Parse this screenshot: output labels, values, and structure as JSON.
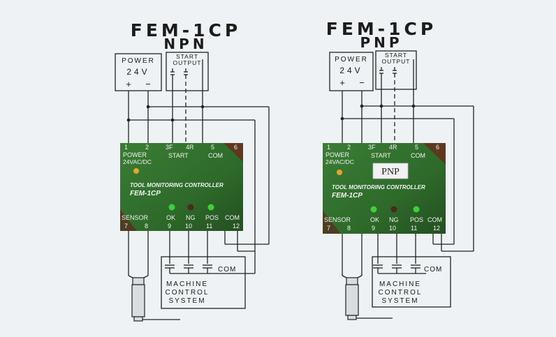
{
  "left": {
    "title": "FEM-1CP",
    "subtitle": "NPN",
    "power_box": {
      "label": "POWER",
      "voltage": "24V",
      "plus": "+",
      "minus": "−"
    },
    "start_box": {
      "line1": "START",
      "line2": "OUTPUT"
    },
    "board": {
      "top_pins": [
        "1",
        "2",
        "3F",
        "4R",
        "5",
        "6"
      ],
      "power_label": "POWER",
      "power_spec": "24VAC/DC",
      "start_label": "START",
      "com_top_label": "COM",
      "badge": "",
      "name": "TOOL MONITORING CONTROLLER",
      "model": "FEM-1CP",
      "sensor_label": "SENSOR",
      "ok_label": "OK",
      "ng_label": "NG",
      "pos_label": "POS",
      "com_bottom_label": "COM",
      "bottom_pins": [
        "7",
        "8",
        "9",
        "10",
        "11",
        "12"
      ]
    },
    "machine": {
      "com": "COM",
      "line1": "MACHINE",
      "line2": "CONTROL",
      "line3": "SYSTEM"
    }
  },
  "right": {
    "title": "FEM-1CP",
    "subtitle": "PNP",
    "power_box": {
      "label": "POWER",
      "voltage": "24V",
      "plus": "+",
      "minus": "−"
    },
    "start_box": {
      "line1": "START",
      "line2": "OUTPUT"
    },
    "board": {
      "top_pins": [
        "1",
        "2",
        "3F",
        "4R",
        "5",
        "6"
      ],
      "power_label": "POWER",
      "power_spec": "24VAC/DC",
      "start_label": "START",
      "com_top_label": "COM",
      "badge": "PNP",
      "name": "TOOL MONITORING CONTROLLER",
      "model": "FEM-1CP",
      "sensor_label": "SENSOR",
      "ok_label": "OK",
      "ng_label": "NG",
      "pos_label": "POS",
      "com_bottom_label": "COM",
      "bottom_pins": [
        "7",
        "8",
        "9",
        "10",
        "11",
        "12"
      ]
    },
    "machine": {
      "com": "COM",
      "line1": "MACHINE",
      "line2": "CONTROL",
      "line3": "SYSTEM"
    }
  },
  "colors": {
    "board": "#2f6e2c",
    "board_dark": "#1f4c1d",
    "led_green": "#3fcf3a",
    "led_amber": "#e7a42b",
    "led_ng": "#4a2a1e",
    "wire": "#222222"
  }
}
